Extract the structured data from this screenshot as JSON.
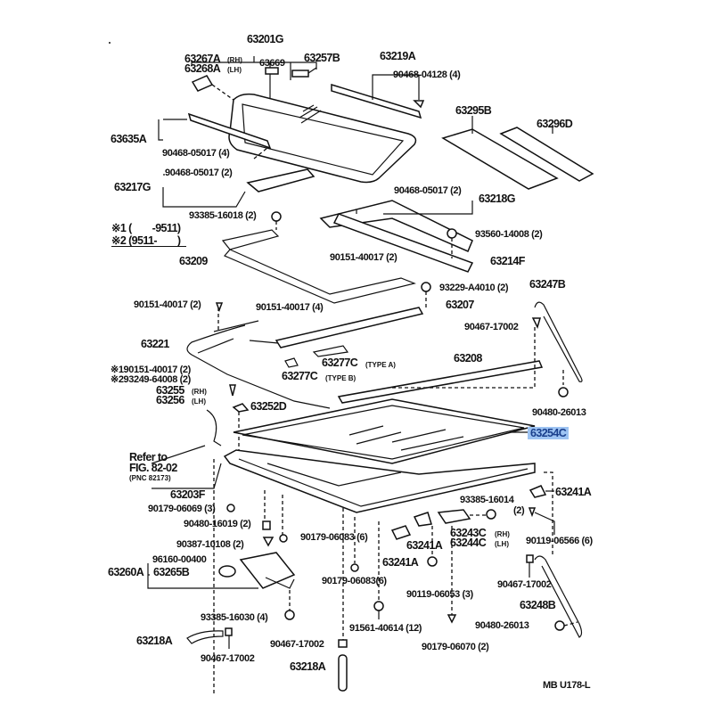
{
  "diagram": {
    "code": "MB U178-L",
    "highlighted_part": "63254C",
    "highlight_color": "#9dc3f2",
    "labels": {
      "p63201G": "63201G",
      "p63267A": "63267A",
      "p63268A": "63268A",
      "rh": "(RH)",
      "lh": "(LH)",
      "p63669": "63669",
      "p63257B": "63257B",
      "p63219A": "63219A",
      "p90468_04128": "90468-04128 (4)",
      "p63295B": "63295B",
      "p63296D": "63296D",
      "p63635A": "63635A",
      "p90468_05017_4": "90468-05017 (4)",
      "p90468_05017_2a": "90468-05017 (2)",
      "p63217G": "63217G",
      "p90468_05017_2b": "90468-05017 (2)",
      "p63218G": "63218G",
      "p93385_16018": "93385-16018 (2)",
      "note1": "※1 (        -9511)",
      "note2": "※2 (9511-        )",
      "p63209": "63209",
      "p90151_40017_2a": "90151-40017 (2)",
      "p93560_14008": "93560-14008 (2)",
      "p63214F": "63214F",
      "p90151_40017_2b": "90151-40017 (2)",
      "p90151_40017_4": "90151-40017 (4)",
      "p93229_A4010": "93229-A4010 (2)",
      "p63247B": "63247B",
      "p63207": "63207",
      "p90467_17002_a": "90467-17002",
      "p63221": "63221",
      "p63277C_a": "63277C",
      "type_a": "(TYPE A)",
      "p63208": "63208",
      "p190151": "※190151-40017 (2)",
      "p293249": "※293249-64008 (2)",
      "p63277C_b": "63277C",
      "type_b": "(TYPE B)",
      "p63255": "63255",
      "p63256": "63256",
      "p63252D": "63252D",
      "p90480_26013_a": "90480-26013",
      "p63254C": "63254C",
      "refer1": "Refer to",
      "refer2": "FIG. 82-02",
      "refer3": "(PNC 82173)",
      "p63203F": "63203F",
      "p90179_06069": "90179-06069 (3)",
      "p90480_16019": "90480-16019 (2)",
      "p90387_10108": "90387-10108 (2)",
      "p90179_06083_a": "90179-06083 (6)",
      "p93385_16014": "93385-16014",
      "p93385_16014_q": "(2)",
      "p63241A_a": "63241A",
      "p63241A_b": "63241A",
      "p63241A_c": "63241A",
      "p63243C": "63243C",
      "p63244C": "63244C",
      "p90119_06566": "90119-06566 (6)",
      "p96160_00400": "96160-00400",
      "p63260A": "63260A",
      "p63265B": "63265B",
      "p90179_06083_b": "90179-06083(6)",
      "p90119_06053": "90119-06053 (3)",
      "p90467_17002_b": "90467-17002",
      "p93385_16030": "93385-16030 (4)",
      "p63248B": "63248B",
      "p90480_26013_b": "90480-26013",
      "p63218A_a": "63218A",
      "p90467_17002_c": "90467-17002",
      "p91561_40614": "91561-40614 (12)",
      "p90467_17002_d": "90467-17002",
      "p90179_06070": "90179-06070 (2)",
      "p63218A_b": "63218A"
    }
  }
}
